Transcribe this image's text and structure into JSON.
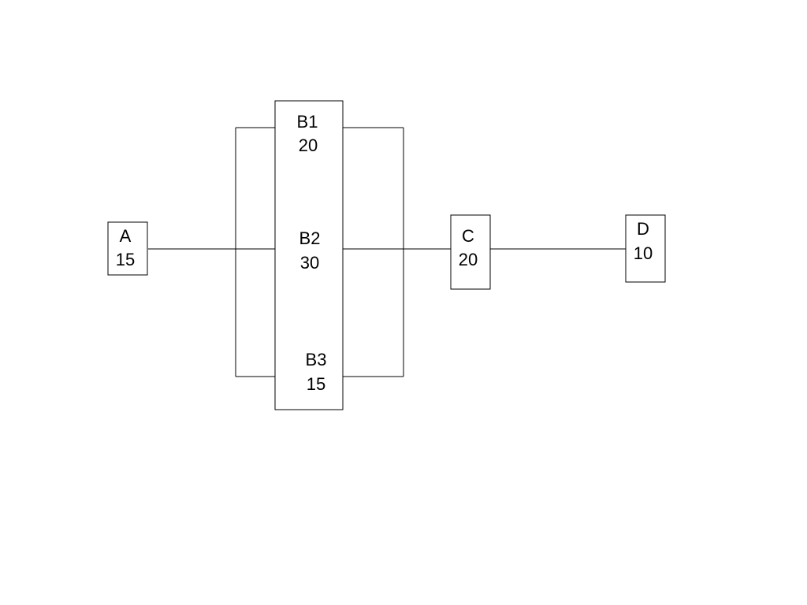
{
  "nodes": {
    "a": {
      "name": "A",
      "value": "15"
    },
    "b1": {
      "name": "B1",
      "value": "20"
    },
    "b2": {
      "name": "B2",
      "value": "30"
    },
    "b3": {
      "name": "B3",
      "value": "15"
    },
    "c": {
      "name": "C",
      "value": "20"
    },
    "d": {
      "name": "D",
      "value": "10"
    }
  },
  "colors": {
    "line": "#000000",
    "background": "#ffffff"
  }
}
